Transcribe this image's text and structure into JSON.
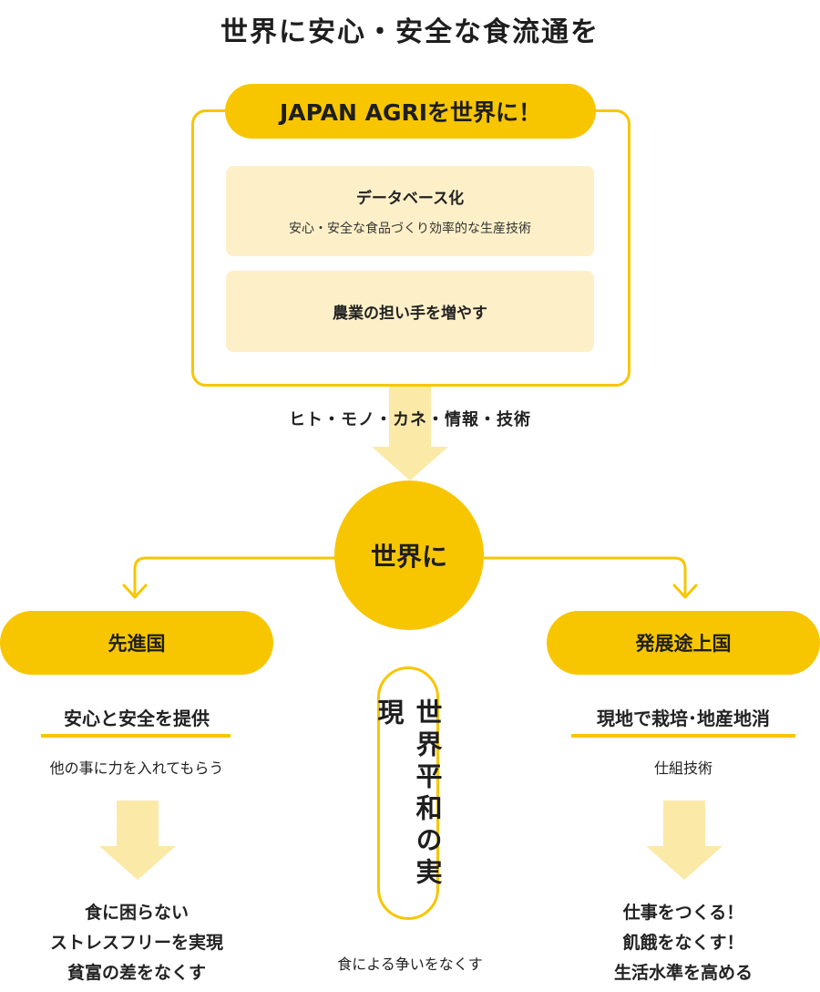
{
  "title": "世界に安心・安全な食流通を",
  "top_section": {
    "pill_label": "JAPAN AGRIを世界に！",
    "database_box": {
      "title": "データベース化",
      "subtitle": "安心・安全な食品づくり効率的な生産技術"
    },
    "farmers_box": {
      "title": "農業の担い手を増やす"
    }
  },
  "flow_label": "ヒト・モノ・カネ・情報・技術",
  "center_node": "世界に",
  "developed": {
    "label": "先進国",
    "heading": "安心と安全を提供",
    "subtitle": "他の事に力を入れてもらう",
    "results": [
      "食に困らない",
      "ストレスフリーを実現",
      "貧富の差をなくす"
    ]
  },
  "developing": {
    "label": "発展途上国",
    "heading": "現地で栽培･地産地消",
    "subtitle": "仕組技術",
    "results": [
      "仕事をつくる！",
      "飢餓をなくす！",
      "生活水準を高める"
    ]
  },
  "peace": {
    "label": "世界平和の実現",
    "subtitle": "食による争いをなくす"
  },
  "colors": {
    "accent": "#f7c600",
    "soft": "#fdf0c8",
    "arrow_soft": "#fbe9a8"
  }
}
